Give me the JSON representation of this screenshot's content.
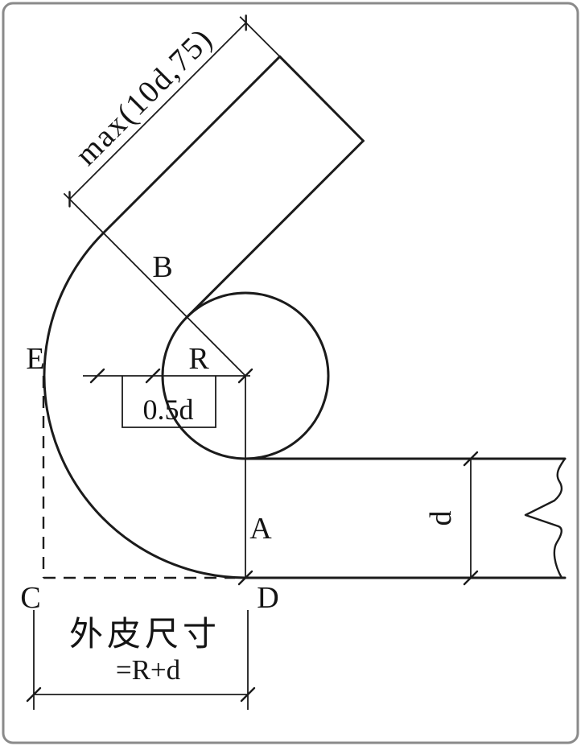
{
  "labels": {
    "max_extension": "max(10d,75)",
    "point_a": "A",
    "point_b": "B",
    "point_c": "C",
    "point_d": "D",
    "point_e": "E",
    "radius": "R",
    "half_bar": "0.5d",
    "bar_diameter": "d",
    "outer_size_title": "外皮尺寸",
    "outer_size_value": "=R+d"
  },
  "colors": {
    "line": "#1b1b1b",
    "border": "#8a8a8a",
    "background": "#ffffff"
  }
}
